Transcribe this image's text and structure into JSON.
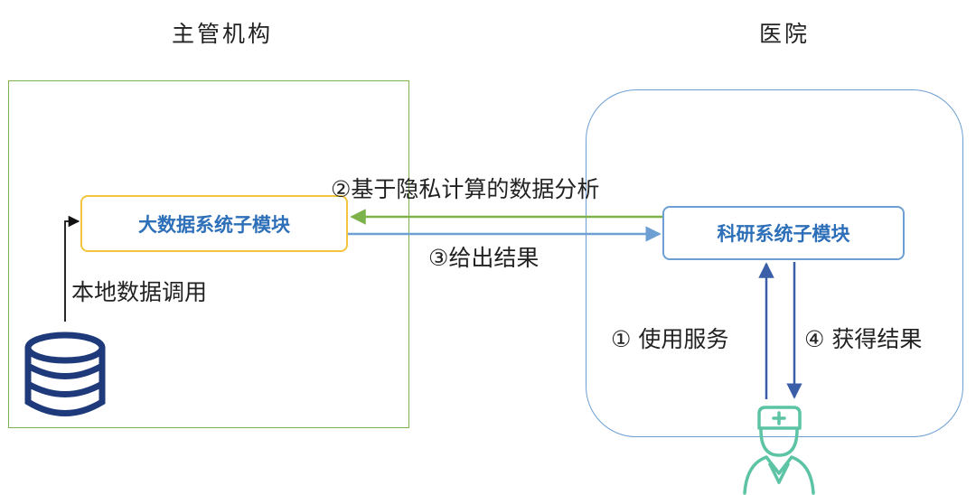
{
  "headings": {
    "left": "主管机构",
    "right": "医院"
  },
  "modules": {
    "big_data": "大数据系统子模块",
    "research": "科研系统子模块"
  },
  "labels": {
    "step2": "②基于隐私计算的数据分析",
    "step3": "③给出结果",
    "step1": "① 使用服务",
    "step4": "④ 获得结果",
    "local_call": "本地数据调用"
  },
  "colors": {
    "green_frame": "#7db24b",
    "blue_frame": "#6d9fd3",
    "module_yellow_border": "#f2c53d",
    "module_text": "#2d6fb8",
    "arrow_green": "#7db24b",
    "arrow_blue": "#6d9fd3",
    "database": "#1f3a7a",
    "doctor": "#5cc4a4"
  },
  "icons": {
    "database": "database-icon",
    "doctor": "doctor-icon"
  }
}
